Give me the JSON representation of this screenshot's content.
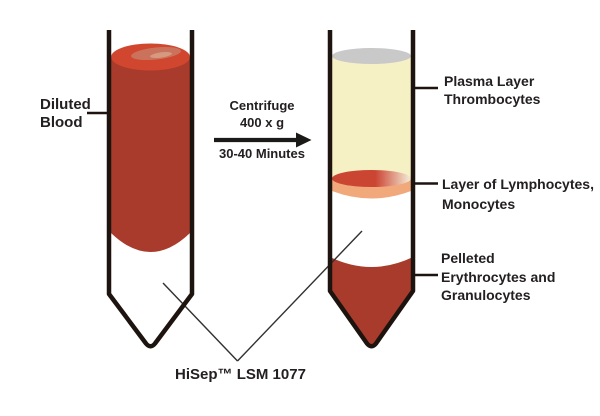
{
  "labels": {
    "diluted_blood": {
      "line1": "Diluted",
      "line2": "Blood"
    },
    "centrifuge": {
      "line1": "Centrifuge",
      "line2": "400 x g",
      "line3": "30-40 Minutes"
    },
    "plasma": {
      "line1": "Plasma Layer",
      "line2": "Thrombocytes"
    },
    "lymphocytes": {
      "line1": "Layer of Lymphocytes,",
      "line2": "Monocytes"
    },
    "pellet": {
      "line1": "Pelleted",
      "line2": "Erythrocytes and",
      "line3": "Granulocytes"
    },
    "separation_medium": "HiSep™ LSM 1077"
  },
  "colors": {
    "blood_red": "#a93b2c",
    "blood_surface_red": "#d0462f",
    "blood_surface_highlight": "#c88a74",
    "blood_surface_streak": "#dfb99e",
    "plasma_yellow": "#f6f1c5",
    "plasma_surface_gray": "#c9c9c9",
    "lymphocyte_layer_red": "#cb4533",
    "lymphocyte_layer_fade": "#f2e3cd",
    "lymphocyte_band_orange": "#f1a87b",
    "pellet_red": "#a93b2c",
    "tube_outline": "#1d1410",
    "pointer_line": "#1d1410",
    "thin_line": "#33302e",
    "arrow_black": "#1c1a19",
    "text": "#242021",
    "background": "#ffffff"
  }
}
